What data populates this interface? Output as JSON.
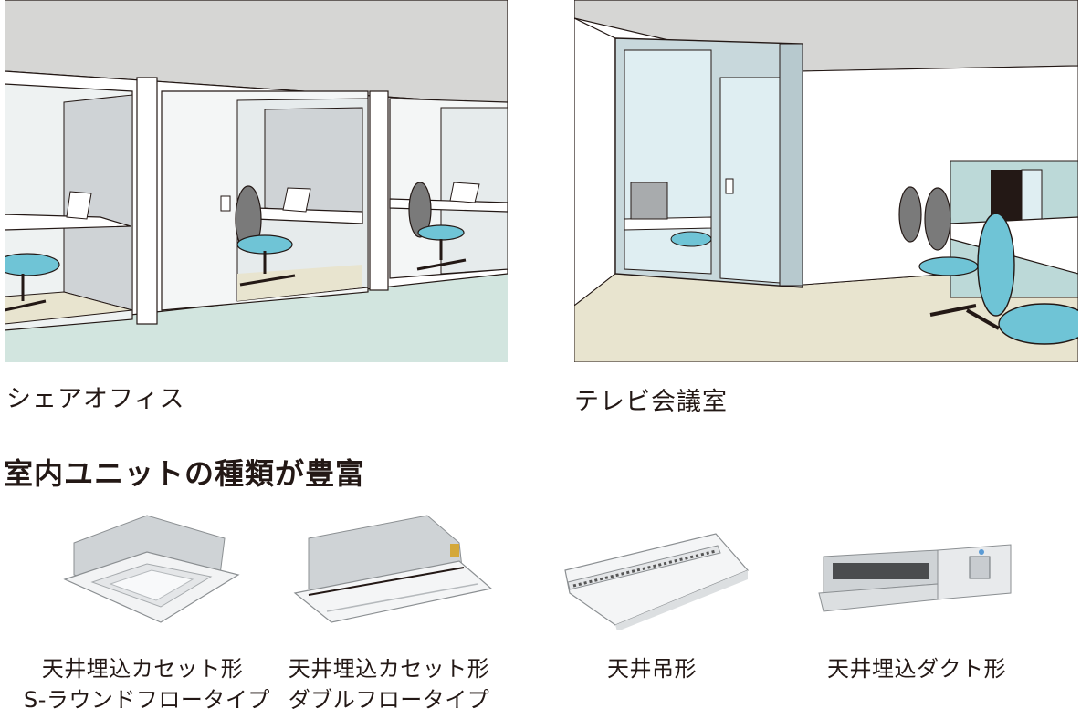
{
  "scenes": [
    {
      "caption": "シェアオフィス"
    },
    {
      "caption": "テレビ会議室"
    }
  ],
  "section": {
    "heading": "室内ユニットの種類が豊富"
  },
  "units": [
    {
      "line1": "天井埋込カセット形",
      "line2": "S-ラウンドフロータイプ"
    },
    {
      "line1": "天井埋込カセット形",
      "line2": "ダブルフロータイプ"
    },
    {
      "line1": "天井吊形",
      "line2": ""
    },
    {
      "line1": "天井埋込ダクト形",
      "line2": ""
    }
  ],
  "colors": {
    "ceiling": "#d6d6d4",
    "floor_tint": "#d2e5df",
    "floor_beige": "#e8e4cf",
    "glass": "#dfeef2",
    "chair_seat": "#6fc4d6",
    "chair_back": "#7a7a7a",
    "line": "#231815"
  }
}
